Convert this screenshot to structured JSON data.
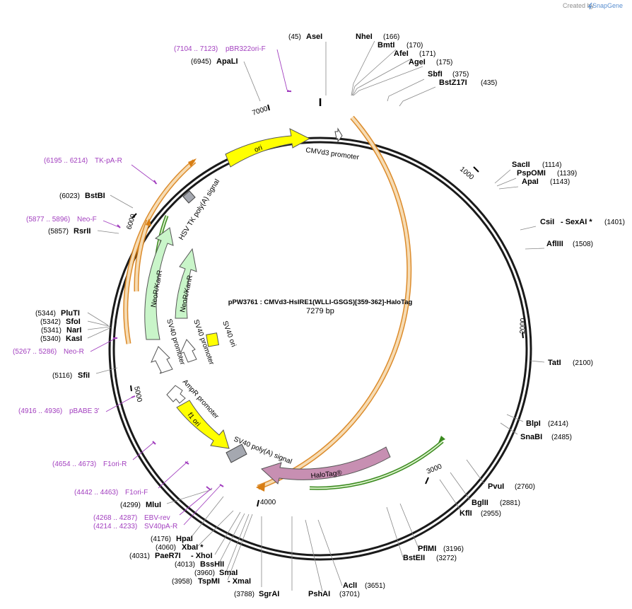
{
  "credit": {
    "created_by": "Created by",
    "brand": "SnapGene"
  },
  "plasmid": {
    "name": "pPW3761 : CMVd3-HsIRE1(WLLI-GSGS)[359-362]-HaloTag",
    "length_label": "7279 bp"
  },
  "ticks": [
    "1000",
    "2000",
    "3000",
    "4000",
    "5000",
    "6000",
    "7000"
  ],
  "sites": [
    {
      "name": "AseI",
      "pos": "(45)"
    },
    {
      "name": "NheI",
      "pos": "(166)"
    },
    {
      "name": "BmtI",
      "pos": "(170)"
    },
    {
      "name": "AfeI",
      "pos": "(171)"
    },
    {
      "name": "AgeI",
      "pos": "(175)"
    },
    {
      "name": "SbfI",
      "pos": "(375)"
    },
    {
      "name": "BstZ17I",
      "pos": "(435)"
    },
    {
      "name": "SacII",
      "pos": "(1114)"
    },
    {
      "name": "PspOMI",
      "pos": "(1139)"
    },
    {
      "name": "ApaI",
      "pos": "(1143)"
    },
    {
      "name": "CsiI",
      "pos": "(1401)",
      "extra": "- SexAI *"
    },
    {
      "name": "AflIII",
      "pos": "(1508)"
    },
    {
      "name": "TatI",
      "pos": "(2100)"
    },
    {
      "name": "BlpI",
      "pos": "(2414)"
    },
    {
      "name": "SnaBI",
      "pos": "(2485)"
    },
    {
      "name": "PvuI",
      "pos": "(2760)"
    },
    {
      "name": "BglII",
      "pos": "(2881)"
    },
    {
      "name": "KflI",
      "pos": "(2955)"
    },
    {
      "name": "PflMI",
      "pos": "(3196)"
    },
    {
      "name": "BstEII",
      "pos": "(3272)"
    },
    {
      "name": "AclI",
      "pos": "(3651)"
    },
    {
      "name": "PshAI",
      "pos": "(3701)"
    },
    {
      "name": "SgrAI",
      "pos": "(3788)"
    },
    {
      "name": "TspMI",
      "pos": "(3958)",
      "extra": "- XmaI"
    },
    {
      "name": "SmaI",
      "pos": "(3960)"
    },
    {
      "name": "BssHII",
      "pos": "(4013)"
    },
    {
      "name": "PaeR7I",
      "pos": "(4031)",
      "extra": "- XhoI"
    },
    {
      "name": "XbaI *",
      "pos": "(4060)"
    },
    {
      "name": "HpaI",
      "pos": "(4176)"
    },
    {
      "name": "MluI",
      "pos": "(4299)"
    },
    {
      "name": "SfiI",
      "pos": "(5116)"
    },
    {
      "name": "KasI",
      "pos": "(5340)"
    },
    {
      "name": "NarI",
      "pos": "(5341)"
    },
    {
      "name": "SfoI",
      "pos": "(5342)"
    },
    {
      "name": "PluTI",
      "pos": "(5344)"
    },
    {
      "name": "RsrII",
      "pos": "(5857)"
    },
    {
      "name": "BstBI",
      "pos": "(6023)"
    },
    {
      "name": "ApaLI",
      "pos": "(6945)"
    }
  ],
  "primers": [
    {
      "name": "pBR322ori-F",
      "range": "(7104 .. 7123)"
    },
    {
      "name": "TK-pA-R",
      "range": "(6195 .. 6214)"
    },
    {
      "name": "Neo-F",
      "range": "(5877 .. 5896)"
    },
    {
      "name": "Neo-R",
      "range": "(5267 .. 5286)"
    },
    {
      "name": "pBABE 3'",
      "range": "(4916 .. 4936)"
    },
    {
      "name": "F1ori-R",
      "range": "(4654 .. 4673)"
    },
    {
      "name": "F1ori-F",
      "range": "(4442 .. 4463)"
    },
    {
      "name": "EBV-rev",
      "range": "(4268 .. 4287)"
    },
    {
      "name": "SV40pA-R",
      "range": "(4214 .. 4233)"
    }
  ],
  "features": {
    "ori": "ori",
    "cmv": "CMVd3 promoter",
    "hsv": "HSV TK poly(A) signal",
    "neo_outer": "NeoR/KanR",
    "neo_inner": "NeoR/KanR",
    "sv40_promoter_outer": "SV40 promoter",
    "sv40_promoter_inner": "SV40 promoter",
    "sv40_ori": "SV40 ori",
    "ampr_promoter": "AmpR promoter",
    "f1_ori": "f1 ori",
    "sv40_polya": "SV40 poly(A) signal",
    "halotag": "HaloTag®"
  },
  "colors": {
    "orf_fill": "#f6dcb4",
    "orf_stroke": "#d87e14",
    "green_fill": "#3b8a1f",
    "ori_fill": "#ffff00",
    "neo_fill": "#c9f5c9",
    "halo_fill": "#c78fb2",
    "grey_feature": "#a5a8b0",
    "primer": "#a23fbf"
  }
}
